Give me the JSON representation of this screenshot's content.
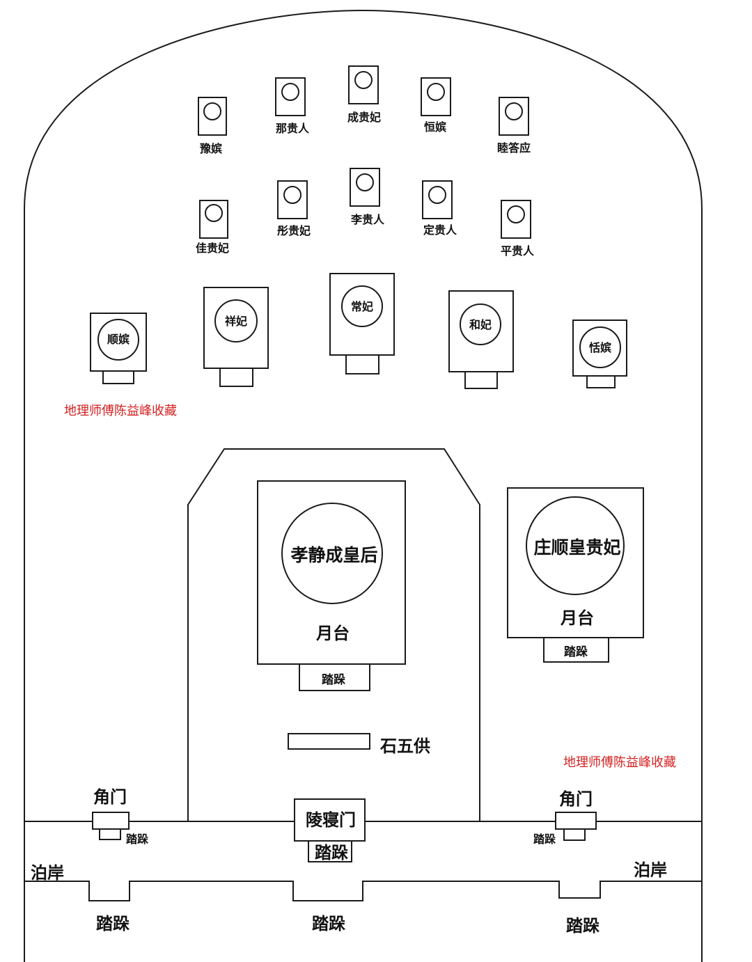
{
  "small_tombs": [
    "豫嫔",
    "那贵人",
    "成贵妃",
    "恒嫔",
    "睦答应",
    "佳贵妃",
    "彤贵妃",
    "李贵人",
    "定贵人",
    "平贵人"
  ],
  "medium_tombs": [
    "顺嫔",
    "祥妃",
    "常妃",
    "和妃",
    "恬嫔"
  ],
  "empress": "孝静成皇后",
  "consort": "庄顺皇贵妃",
  "moon_platform": "月台",
  "steps": "踏跺",
  "stone_five": "石五供",
  "gate": "陵寝门",
  "corner_gate": "角门",
  "embankment": "泊岸",
  "watermark": "地理师傅陈益峰收藏",
  "colors": {
    "line": "#1a1a1a",
    "watermark": "#d42020"
  }
}
